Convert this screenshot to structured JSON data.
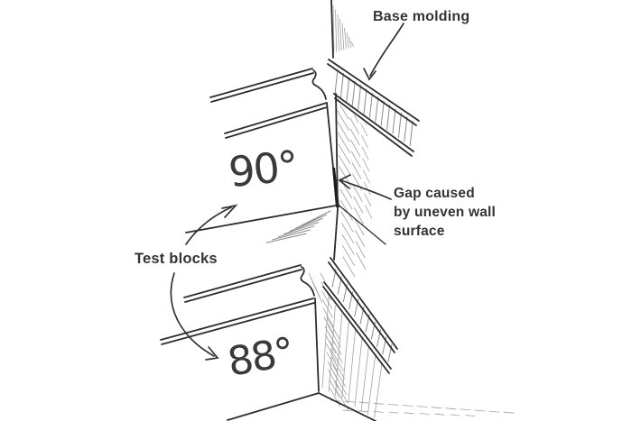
{
  "illustration": {
    "title_context": "Base molding test blocks at an out-of-square inside wall corner"
  },
  "labels": {
    "base_molding": "Base molding",
    "gap_lines": [
      "Gap caused",
      "by uneven wall",
      "surface"
    ],
    "test_blocks": "Test blocks"
  },
  "annotations": {
    "angle_top": "90°",
    "angle_bottom": "88°"
  },
  "colors": {
    "background": "#ffffff",
    "ink": "#2d2d2d",
    "hatch": "#a0a0a0",
    "wood_grain": "#8a8a8a",
    "gap_shadow": "#1c1c1c",
    "label_text": "#333333"
  }
}
